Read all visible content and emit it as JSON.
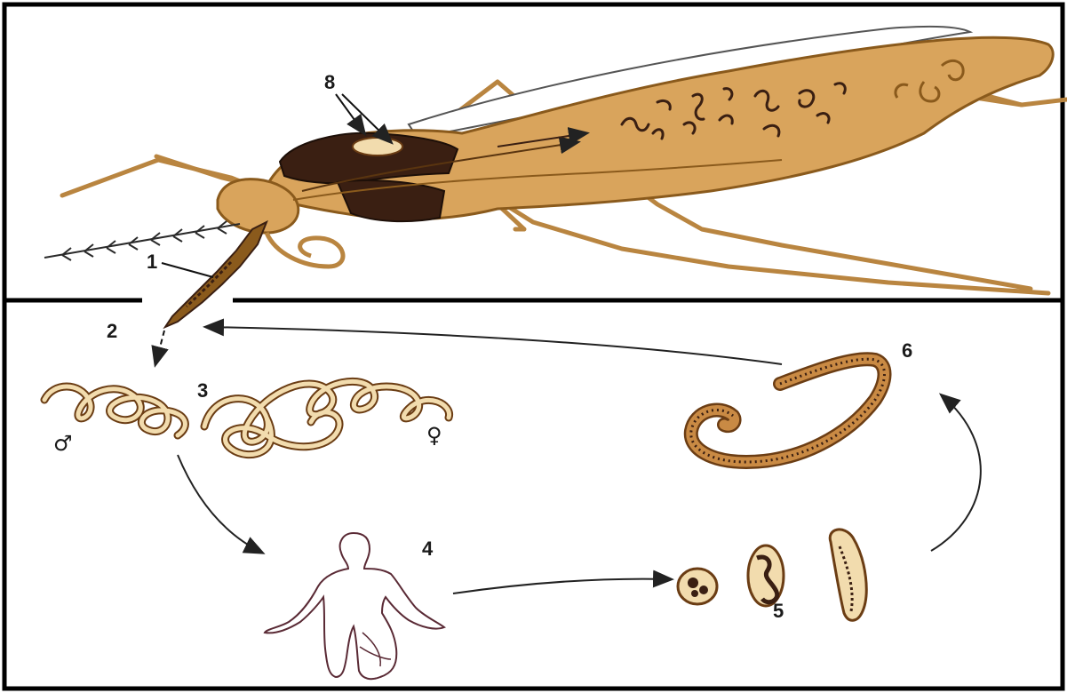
{
  "labels": {
    "l1": "1",
    "l2": "2",
    "l3": "3",
    "l4": "4",
    "l5": "5",
    "l6": "6",
    "l8": "8",
    "male": "♂",
    "female": "♀"
  },
  "colors": {
    "frame": "#000000",
    "mosquito_body": "#d9a45c",
    "mosquito_outline": "#8a5a1c",
    "dark_tissue": "#3a1f12",
    "worm_fill": "#f2dcae",
    "worm_outline": "#6b3d14",
    "arrow": "#222222",
    "human_outline": "#5a2a35"
  },
  "icons": [
    "mosquito-illustration",
    "adult-worms-illustration",
    "human-figure-illustration",
    "microfilaria-illustration",
    "larval-stages-illustration"
  ]
}
